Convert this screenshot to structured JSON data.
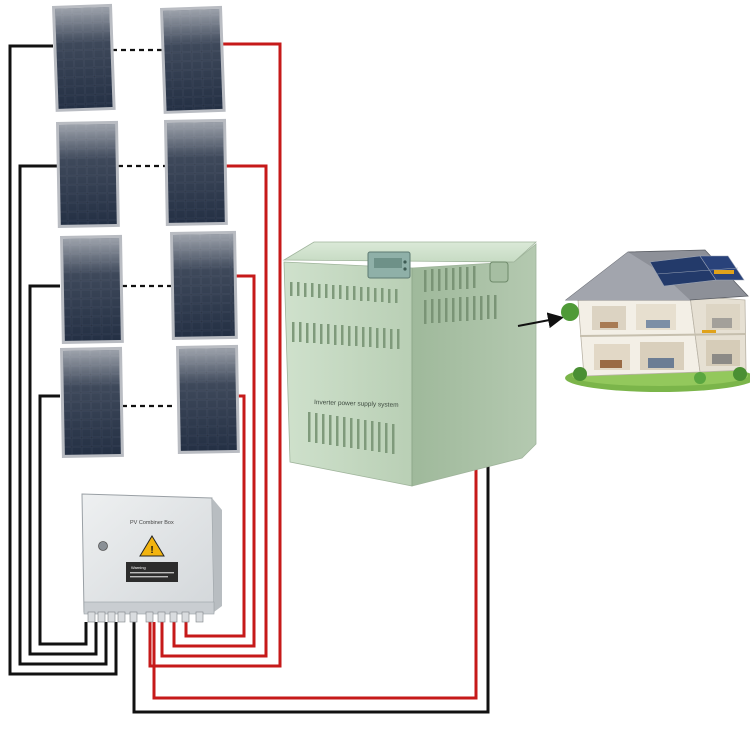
{
  "colors": {
    "dc_positive_wire": "#c61a1a",
    "dc_negative_wire": "#111111",
    "panel_frame": "#b9bcc2",
    "panel_cell": "#1b2432",
    "inverter_body": "#c9dcc6",
    "combiner_box": "#e4e6e8",
    "warning_triangle": "#f2b410"
  },
  "icons": {
    "warning": "warning-triangle-icon",
    "output_arrow": "arrow-right-icon"
  },
  "solar_array": {
    "rows": 4,
    "panels_per_row": 2,
    "series_link": "dashed"
  },
  "combiner_box": {
    "label": "PV Combiner Box",
    "warning_text": "Warning"
  },
  "inverter": {
    "label": "Inverter power supply system",
    "display": "lcd-screen"
  },
  "house": {
    "image": "house-cutaway-illustration",
    "roof_panels": "solar-panels"
  }
}
